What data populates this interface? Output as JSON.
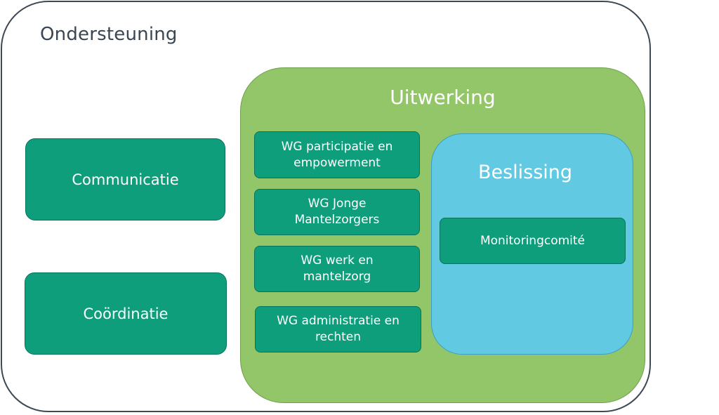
{
  "diagram": {
    "support": {
      "title": "Ondersteuning",
      "items": [
        "Communicatie",
        "Coördinatie"
      ]
    },
    "elaboration": {
      "title": "Uitwerking",
      "working_groups": [
        {
          "line1": "WG participatie en",
          "line2": "empowerment"
        },
        {
          "line1": "WG Jonge",
          "line2": "Mantelzorgers"
        },
        {
          "line1": "WG werk en",
          "line2": "mantelzorg"
        },
        {
          "line1": "WG administratie en",
          "line2": "rechten"
        }
      ]
    },
    "decision": {
      "title": "Beslissing",
      "items": [
        "Monitoringcomité"
      ]
    }
  },
  "colors": {
    "outer_border": "#3d4a55",
    "teal_box": "#0e9e7c",
    "green_area": "#93c569",
    "blue_area": "#62c9e2",
    "text_dark": "#3a4652",
    "text_light": "#ffffff"
  }
}
